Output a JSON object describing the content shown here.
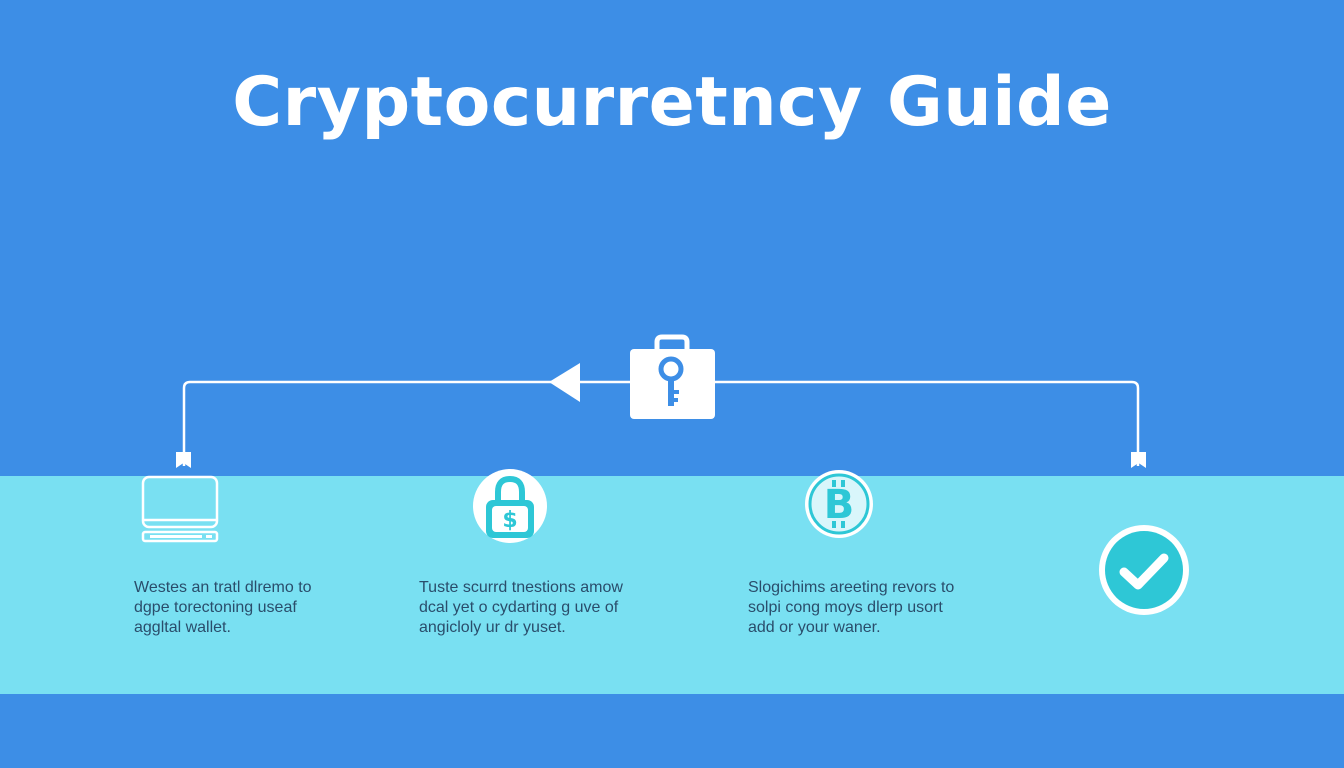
{
  "title": "Cryptocurretncy Guide",
  "colors": {
    "background": "#3d8ee6",
    "band": "#79e0f2",
    "line": "#ffffff",
    "icon_teal": "#2ec7d6",
    "text": "#2a4d6b"
  },
  "hub": {
    "icon": "key-briefcase-icon"
  },
  "steps": [
    {
      "icon": "monitor-icon",
      "text": "Westes an tratl dlremo to\ndgpe torectoning useaf\naggltal wallet."
    },
    {
      "icon": "padlock-dollar-icon",
      "text": "Tuste scurrd tnestions amow\ndcal yet o cydarting g uve of\nangicloly ur dr yuset."
    },
    {
      "icon": "bitcoin-coin-icon",
      "text": "Slogichims areeting revors to\nsolpi cong moys dlerp usort\nadd or your waner."
    },
    {
      "icon": "checkmark-icon",
      "text": ""
    }
  ]
}
